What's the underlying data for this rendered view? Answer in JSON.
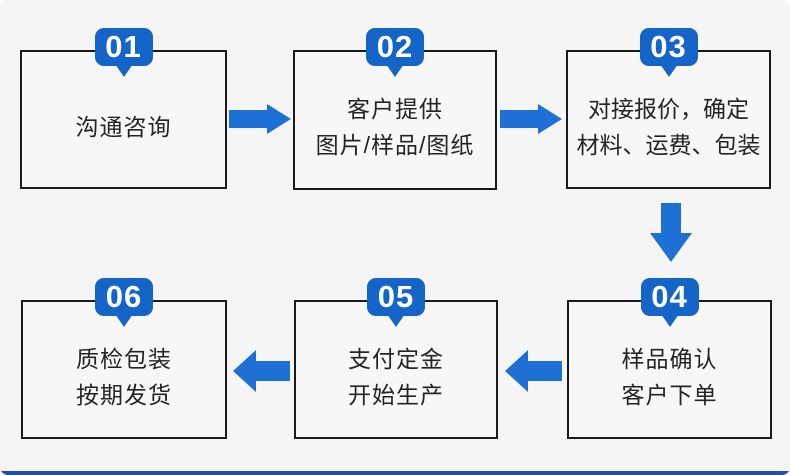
{
  "diagram": {
    "title_implicit": "order-process-flow",
    "colors": {
      "background": "#f5f5f6",
      "box_background": "#f7f7f8",
      "box_border": "#1a1a1a",
      "badge_blue": "#1565c9",
      "arrow_blue": "#1e70d4",
      "bottom_bar_blue": "#1d4fa6",
      "badge_number_color": "#ffffff",
      "text_color": "#242424"
    },
    "flow_order": [
      "01",
      "02",
      "03",
      "04",
      "05",
      "06"
    ],
    "arrow_directions": [
      "right",
      "right",
      "down",
      "left",
      "left"
    ]
  },
  "steps": [
    {
      "number": "01",
      "lines": [
        "沟通咨询"
      ]
    },
    {
      "number": "02",
      "lines": [
        "客户提供",
        "图片/样品/图纸"
      ]
    },
    {
      "number": "03",
      "lines": [
        "对接报价，确定",
        "材料、运费、包装"
      ]
    },
    {
      "number": "04",
      "lines": [
        "样品确认",
        "客户下单"
      ]
    },
    {
      "number": "05",
      "lines": [
        "支付定金",
        "开始生产"
      ]
    },
    {
      "number": "06",
      "lines": [
        "质检包装",
        "按期发货"
      ]
    }
  ]
}
